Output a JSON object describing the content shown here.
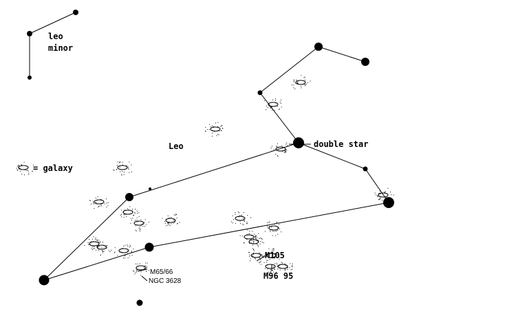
{
  "labels": {
    "leo_minor_1": "leo",
    "leo_minor_2": "minor",
    "leo": "Leo",
    "double_star": "double star",
    "galaxy_legend": "= galaxy",
    "m105": "M105",
    "m96_95": "M96 95",
    "m65_66": "M65/66",
    "ngc3628": "NGC 3628"
  },
  "colors": {
    "ink": "#000000"
  }
}
